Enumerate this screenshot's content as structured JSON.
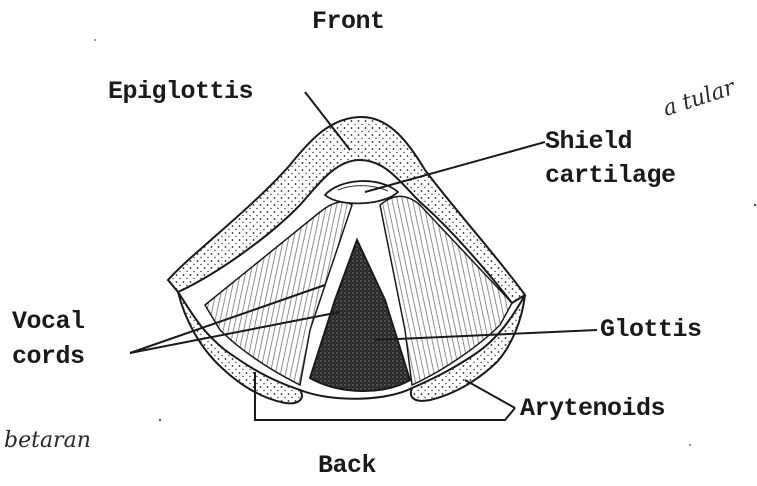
{
  "diagram": {
    "labels": {
      "front": "Front",
      "back": "Back",
      "epiglottis": "Epiglottis",
      "shield_line1": "Shield",
      "shield_line2": "cartilage",
      "vocal_line1": "Vocal",
      "vocal_line2": "cords",
      "glottis": "Glottis",
      "arytenoids": "Arytenoids"
    },
    "handwriting": {
      "annotation_right": "a tular",
      "annotation_left": "betaran"
    },
    "colors": {
      "ink": "#1a1a1a",
      "paper": "#ffffff"
    }
  }
}
